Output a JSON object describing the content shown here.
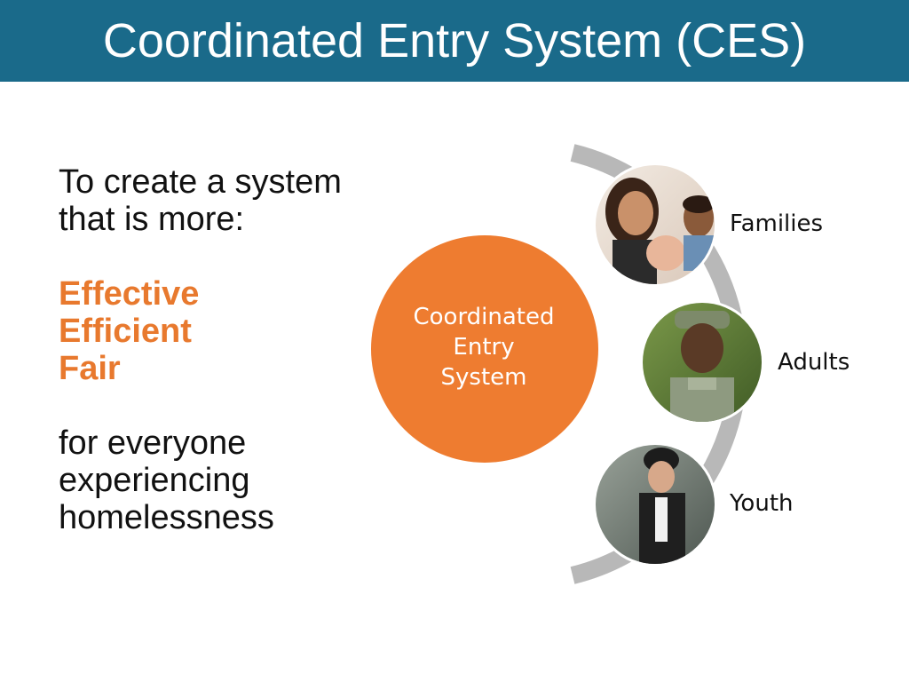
{
  "header": {
    "title": "Coordinated Entry System (CES)"
  },
  "intro": {
    "line1": "To create a system",
    "line2": "that is more:",
    "qualities": [
      "Effective",
      "Efficient",
      "Fair"
    ],
    "closing": [
      "for everyone",
      "experiencing",
      "homelessness"
    ]
  },
  "diagram": {
    "center": {
      "lines": [
        "Coordinated",
        "Entry",
        "System"
      ]
    },
    "groups": [
      {
        "label": "Families",
        "photo_icon": "family-photo-icon"
      },
      {
        "label": "Adults",
        "photo_icon": "soldier-photo-icon"
      },
      {
        "label": "Youth",
        "photo_icon": "youth-photo-icon"
      }
    ]
  },
  "colors": {
    "header_bg": "#1a6a8a",
    "accent": "#e8792e",
    "center_circle": "#ee7c30",
    "arc": "#b8b8b8"
  }
}
